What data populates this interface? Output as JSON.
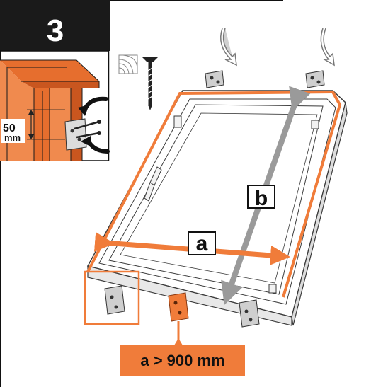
{
  "step": {
    "number": "3"
  },
  "inset": {
    "distance_value": "50",
    "distance_unit": "mm"
  },
  "dimensions": {
    "a_label": "a",
    "b_label": "b"
  },
  "rule": {
    "text": "a > 900 mm"
  },
  "colors": {
    "accent": "#F07C3A",
    "dark": "#1a1a1a",
    "gray_arrow": "#9a9a9a",
    "frame_line": "#3a3a3a"
  },
  "icons": [
    "wood-grain-icon",
    "screw-icon",
    "curved-arrow-icon",
    "mounting-bracket-icon"
  ]
}
